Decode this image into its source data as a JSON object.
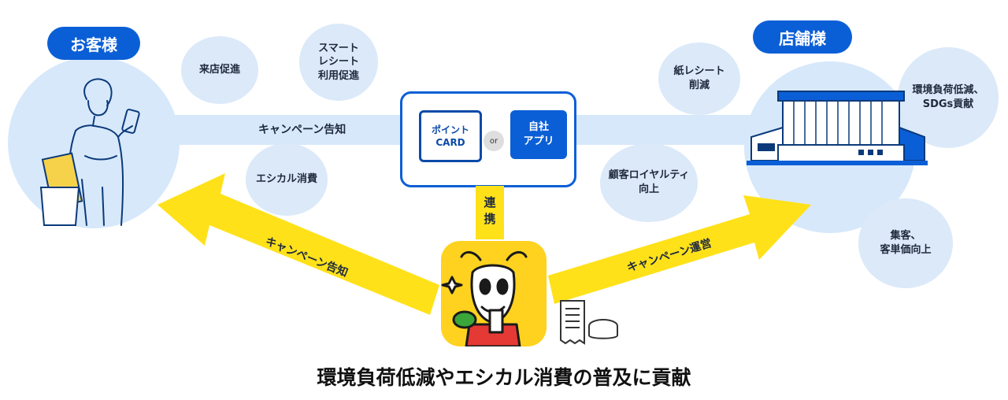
{
  "customer": {
    "label": "お客様"
  },
  "store": {
    "label": "店舗様"
  },
  "customer_bubbles": [
    {
      "text": "来店促進"
    },
    {
      "text": "スマート\nレシート\n利用促進"
    },
    {
      "text": "エシカル消費"
    }
  ],
  "store_bubbles": [
    {
      "text": "紙レシート\n削減"
    },
    {
      "text": "環境負荷低減、\nSDGs貢献"
    },
    {
      "text": "顧客ロイヤルティ\n向上"
    },
    {
      "text": "集客、\n客単価向上"
    }
  ],
  "band_label": "キャンペーン告知",
  "center": {
    "point_card": "ポイント\nCARD",
    "or": "or",
    "app": "自社\nアプリ",
    "renkei": "連携"
  },
  "arrows": {
    "left": "キャンペーン告知",
    "right": "キャンペーン運営"
  },
  "footer": "環境負荷低減やエシカル消費の普及に貢献"
}
